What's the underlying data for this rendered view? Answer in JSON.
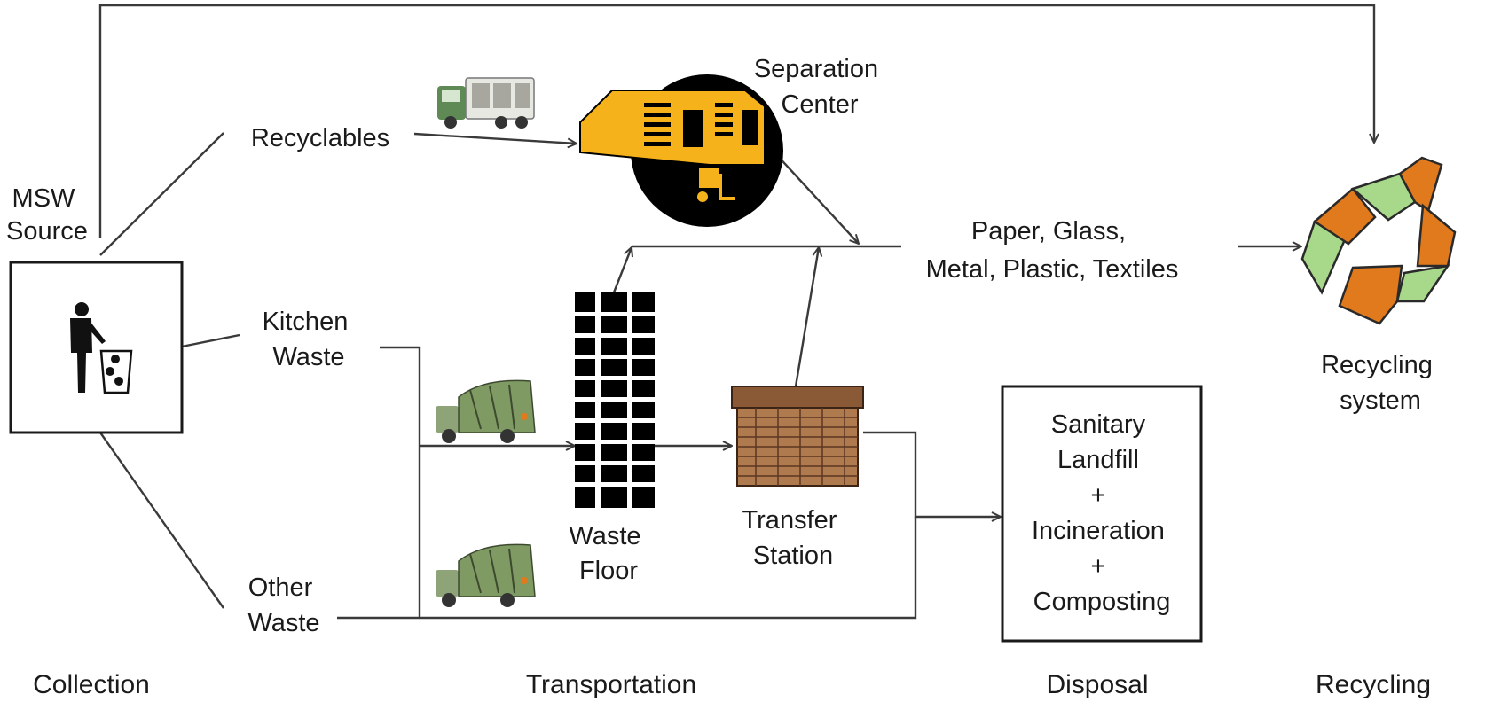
{
  "nodes": {
    "msw_source": [
      "MSW",
      "Source"
    ],
    "recyclables": "Recyclables",
    "kitchen_waste": [
      "Kitchen",
      "Waste"
    ],
    "other_waste": [
      "Other",
      "Waste"
    ],
    "separation_center": [
      "Separation",
      "Center"
    ],
    "waste_floor": [
      "Waste",
      "Floor"
    ],
    "transfer_station": [
      "Transfer",
      "Station"
    ],
    "materials": [
      "Paper, Glass,",
      "Metal, Plastic, Textiles"
    ],
    "disposal_box": [
      "Sanitary",
      "Landfill",
      "+",
      "Incineration",
      "+",
      "Composting"
    ],
    "recycling_system": [
      "Recycling",
      "system"
    ]
  },
  "stages": [
    "Collection",
    "Transportation",
    "Disposal",
    "Recycling"
  ],
  "icons": [
    "trash-person-icon",
    "recycling-truck-icon",
    "garbage-truck-icon",
    "separation-building-icon",
    "forklift-icon",
    "waste-floor-icon",
    "transfer-station-icon",
    "recycle-symbol-icon"
  ],
  "colors": {
    "separation_yellow": "#f5b21a",
    "brick": "#8a5a36",
    "truck_green": "#7f9a63",
    "recycle_orange": "#e07a1c",
    "recycle_green": "#a8d98a"
  }
}
